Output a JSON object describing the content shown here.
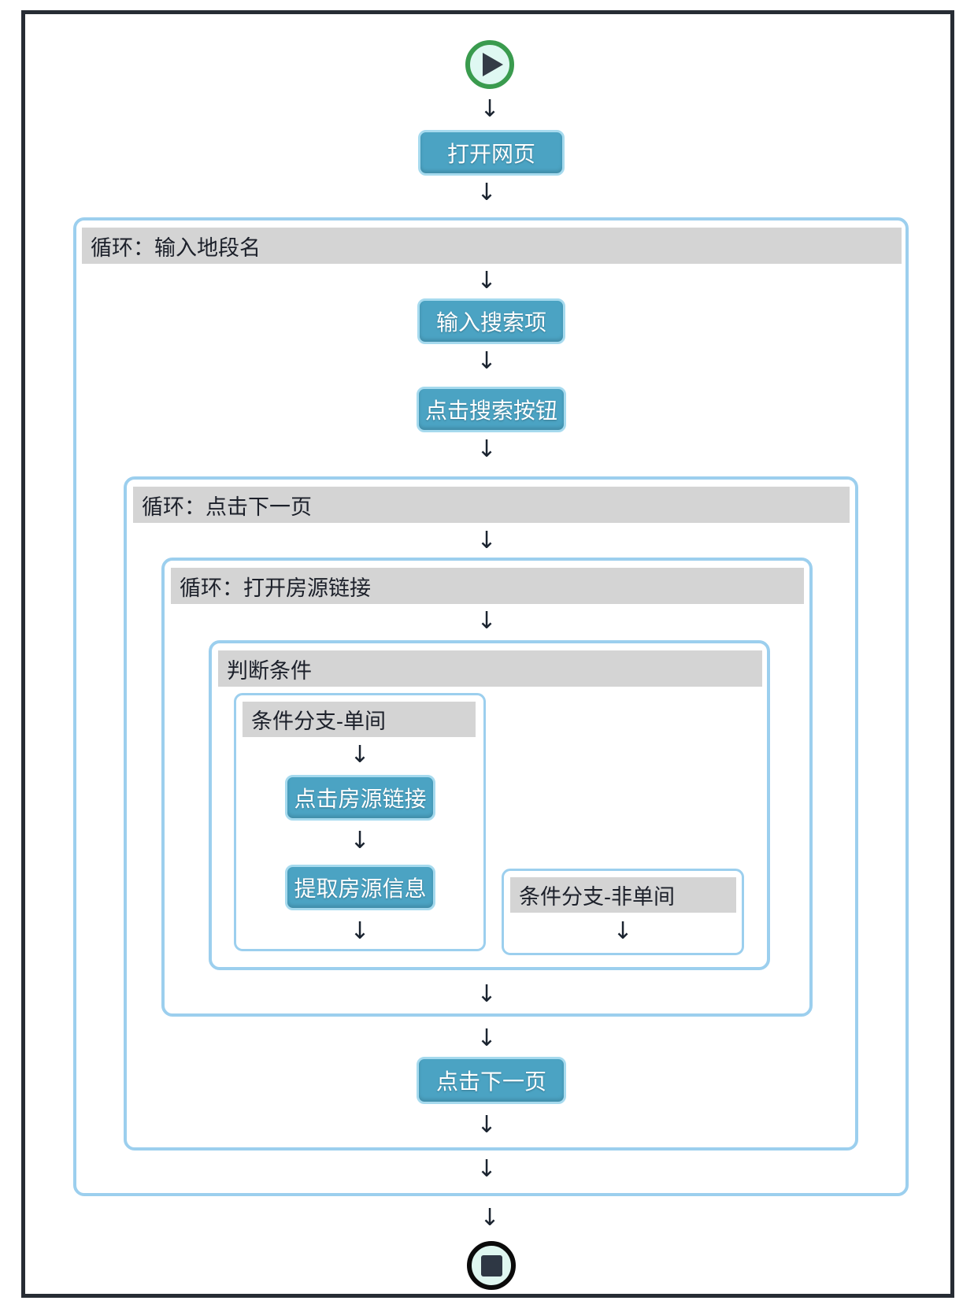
{
  "flow": {
    "start": {
      "icon": "play"
    },
    "stop": {
      "icon": "stop"
    },
    "nodes": {
      "open_page": "打开网页",
      "input_search": "输入搜索项",
      "click_search": "点击搜索按钮",
      "click_listing": "点击房源链接",
      "extract_listing": "提取房源信息",
      "click_next_page": "点击下一页"
    },
    "containers": {
      "loop_input_district": "循环：输入地段名",
      "loop_click_next": "循环：点击下一页",
      "loop_open_listing": "循环：打开房源链接",
      "condition": "判断条件",
      "branch_single": "条件分支-单间",
      "branch_non_single": "条件分支-非单间"
    }
  },
  "glyphs": {
    "arrow_down": "↓"
  },
  "colors": {
    "node_fill": "#4BA3C3",
    "node_border": "#A6DAEE",
    "container_border": "#9CCFEE",
    "header_bg": "#D4D4D4",
    "header_text": "#1C202A",
    "start_ring": "#3A9B4E",
    "stop_ring": "#0B0B0B",
    "icon_fill": "#DFF8F2",
    "frame_border": "#272C34",
    "node_text": "#FFFFFF"
  }
}
